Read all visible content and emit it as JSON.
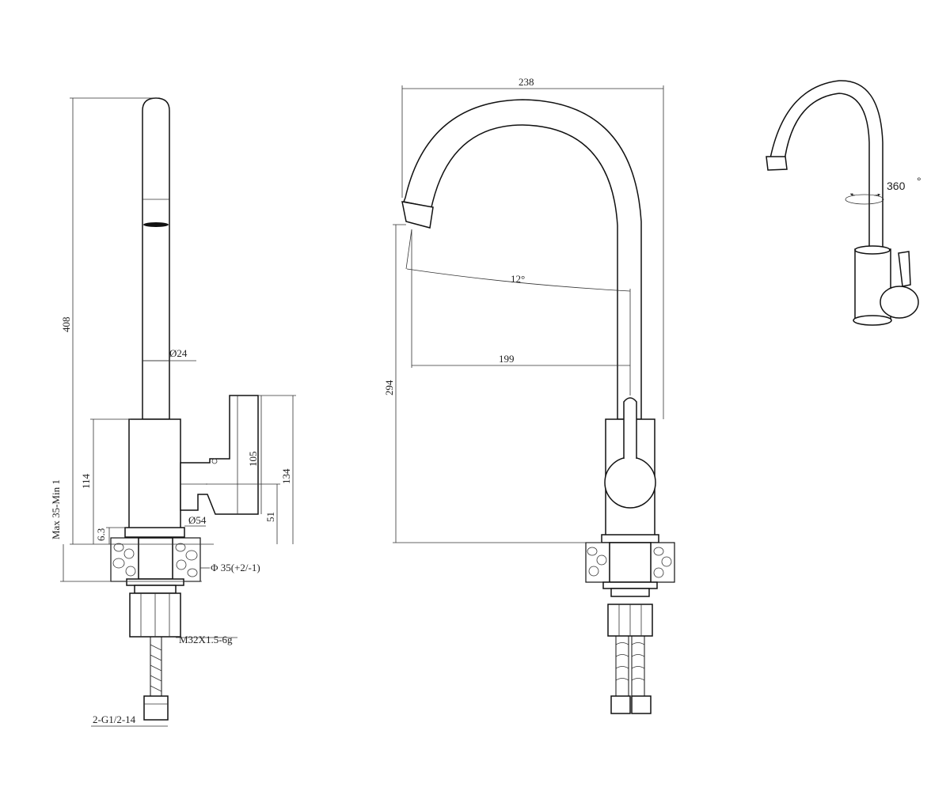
{
  "side_view": {
    "total_height": "408",
    "spout_diameter": "Ø24",
    "base_height": "114",
    "lever_height": "105",
    "handle_height": "134",
    "handle_offset": "51",
    "base_diameter": "Ø54",
    "plate_thickness": "6.3",
    "counter_thickness": "Max  35-Min 1",
    "hole_diameter": "Φ 35(+2/-1)",
    "thread": "M32X1.5-6g",
    "hose_connection": "2-G1/2-14"
  },
  "front_view": {
    "spout_width": "238",
    "spout_height": "294",
    "spout_reach": "199",
    "spout_angle": "12°"
  },
  "perspective_view": {
    "rotation": "360",
    "rotation_unit": "°"
  }
}
